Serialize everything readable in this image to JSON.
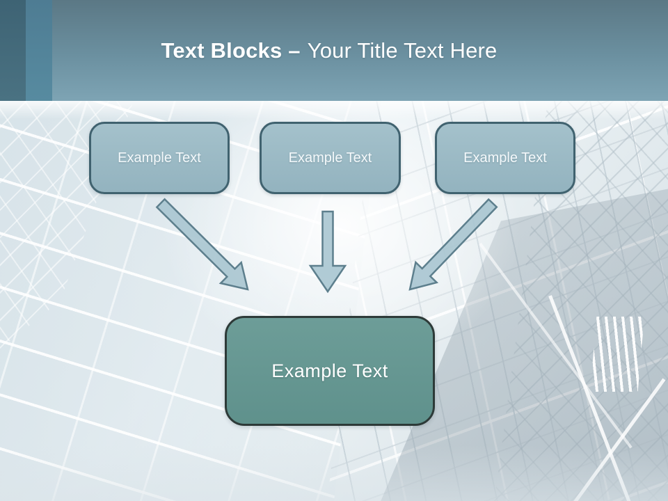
{
  "slide_title": {
    "bold_part": "Text Blocks –",
    "regular_part": "Your Title Text Here"
  },
  "blocks": {
    "top": [
      {
        "label": "Example Text"
      },
      {
        "label": "Example Text"
      },
      {
        "label": "Example Text"
      }
    ],
    "center": {
      "label": "Example Text"
    }
  },
  "icons": {
    "arrows": [
      {
        "name": "arrow-down-right",
        "from": "top-block-1",
        "to": "center-block"
      },
      {
        "name": "arrow-down",
        "from": "top-block-2",
        "to": "center-block"
      },
      {
        "name": "arrow-down-left",
        "from": "top-block-3",
        "to": "center-block"
      }
    ]
  },
  "colors": {
    "header_gradient_top": "#5b7885",
    "header_gradient_bottom": "#7ea4b4",
    "accent_stripe_dark": "#3e6374",
    "accent_stripe_medium": "#4e7c93",
    "top_block_fill": "#9abbc6",
    "top_block_border": "#40626f",
    "center_block_fill": "#679793",
    "center_block_border": "#2d3a38",
    "arrow_fill": "#a9c5d0",
    "arrow_stroke": "#5d7f8d",
    "title_text": "#ffffff",
    "block_text": "#ffffff"
  }
}
